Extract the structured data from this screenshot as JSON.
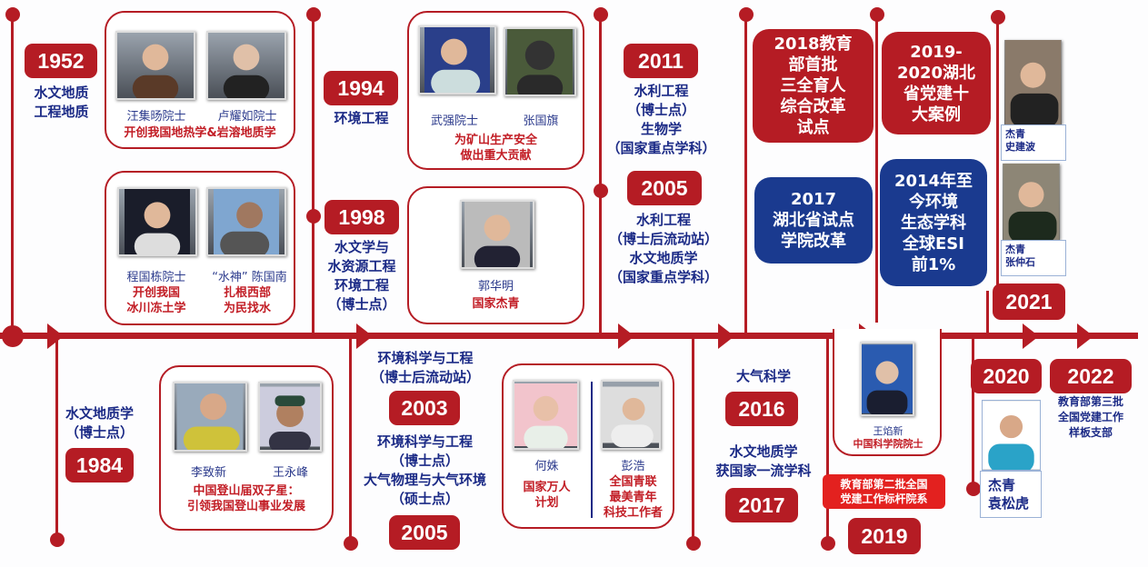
{
  "colors": {
    "red": "#b51c24",
    "navy": "#1b2a86",
    "blue_box": "#1a3a8f",
    "bright_red": "#e3211f"
  },
  "top": {
    "y1952": {
      "year": "1952",
      "text": "水文地质\n工程地质"
    },
    "card1": {
      "p1": "汪集旸院士",
      "p2": "卢耀如院士",
      "caption": "开创我国地热学&岩溶地质学"
    },
    "card2": {
      "p1": "程国栋院士",
      "p2": "“水神” 陈国南",
      "c1": "开创我国\n冰川冻土学",
      "c2": "扎根西部\n为民找水"
    },
    "y1994": {
      "year": "1994",
      "text": "环境工程"
    },
    "y1998": {
      "year": "1998",
      "text": "水文学与\n水资源工程\n环境工程\n（博士点）"
    },
    "card3": {
      "p1": "武强院士",
      "p2": "张国旗",
      "caption": "为矿山生产安全\n做出重大贡献"
    },
    "card4": {
      "p1": "郭华明",
      "caption": "国家杰青"
    },
    "y2011": {
      "year": "2011",
      "text": "水利工程\n（博士点）\n生物学\n（国家重点学科）"
    },
    "y2005": {
      "year": "2005",
      "text": "水利工程\n（博士后流动站）\n水文地质学\n（国家重点学科）"
    },
    "box2018": "2018教育\n部首批\n三全育人\n综合改革\n试点",
    "box2017": "2017\n湖北省试点\n学院改革",
    "box2019": "2019-\n2020湖北\n省党建十\n大案例",
    "box2014": "2014年至\n今环境\n生态学科\n全球ESI\n前1%",
    "jq1": "杰青\n史建波",
    "jq2": "杰青\n张仲石",
    "y2021": "2021"
  },
  "bottom": {
    "y1984": {
      "year": "1984",
      "text": "水文地质学\n（博士点）"
    },
    "card5": {
      "p1": "李致新",
      "p2": "王永峰",
      "caption": "中国登山届双子星：\n引领我国登山事业发展"
    },
    "y2003": {
      "year": "2003",
      "text": "环境科学与工程\n（博士后流动站）"
    },
    "y2005b": {
      "year": "2005",
      "text": "环境科学与工程\n（博士点）\n大气物理与大气环境\n（硕士点）"
    },
    "card6": {
      "p1": "何姝",
      "p2": "彭浩",
      "c1": "国家万人\n计划",
      "c2": "全国青联\n最美青年\n科技工作者"
    },
    "y2016": {
      "year": "2016",
      "text": "大气科学"
    },
    "y2017": {
      "year": "2017",
      "text": "水文地质学\n获国家一流学科"
    },
    "card7": {
      "p1": "王焰新",
      "caption": "中国科学院院士"
    },
    "banner2019": "教育部第二批全国\n党建工作标杆院系",
    "y2019": "2019",
    "y2020": "2020",
    "jq3": "杰青\n袁松虎",
    "y2022": {
      "year": "2022",
      "text": "教育部第三批\n全国党建工作\n样板支部"
    }
  }
}
